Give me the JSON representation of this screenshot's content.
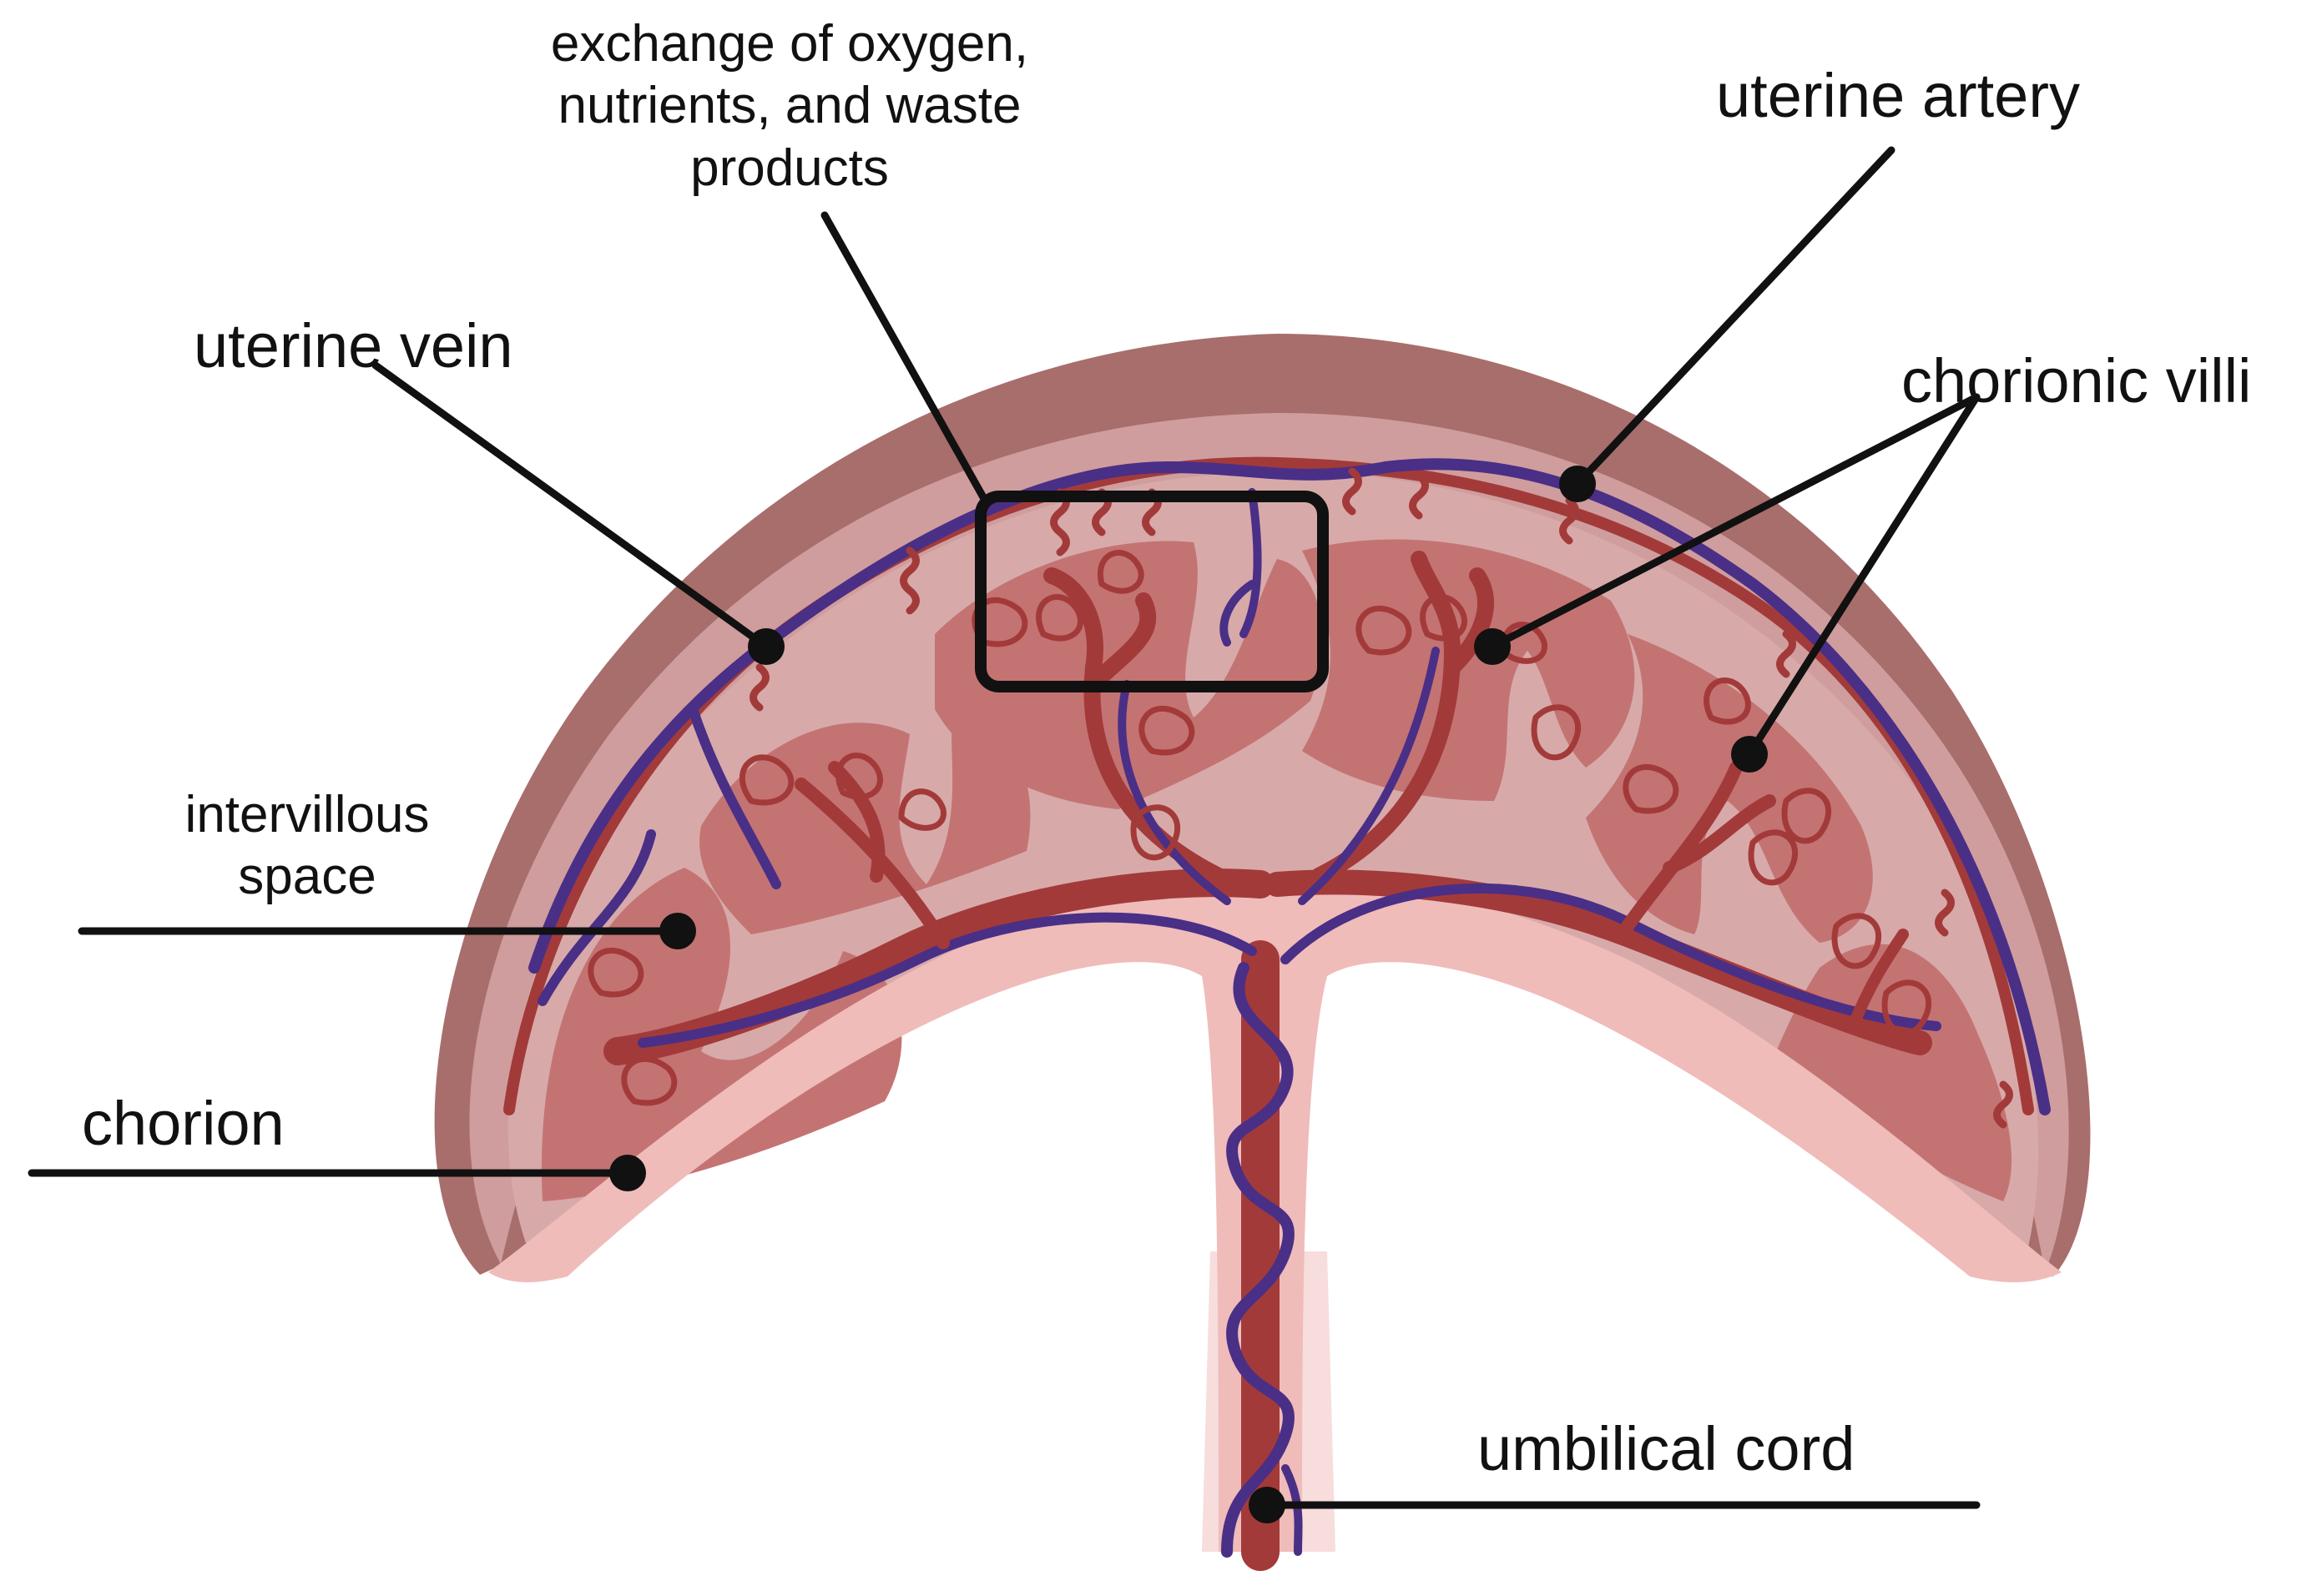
{
  "labels": {
    "exchange": [
      "exchange of oxygen,",
      "nutrients, and waste",
      "products"
    ],
    "uterine_artery": "uterine artery",
    "uterine_vein": "uterine vein",
    "chorionic_villi": "chorionic villi",
    "intervillous_space": [
      "intervillous",
      "space"
    ],
    "chorion": "chorion",
    "umbilical_cord": "umbilical cord"
  },
  "colors": {
    "outer_wall": "#a86e6c",
    "inner_rim": "#cf9d9d",
    "basal_layer": "#d7aaa9",
    "villi_lobe": "#c47373",
    "chorion_plate": "#efbcba",
    "artery": "#a33a3a",
    "vein": "#4a2f86",
    "pointer": "#111111"
  }
}
